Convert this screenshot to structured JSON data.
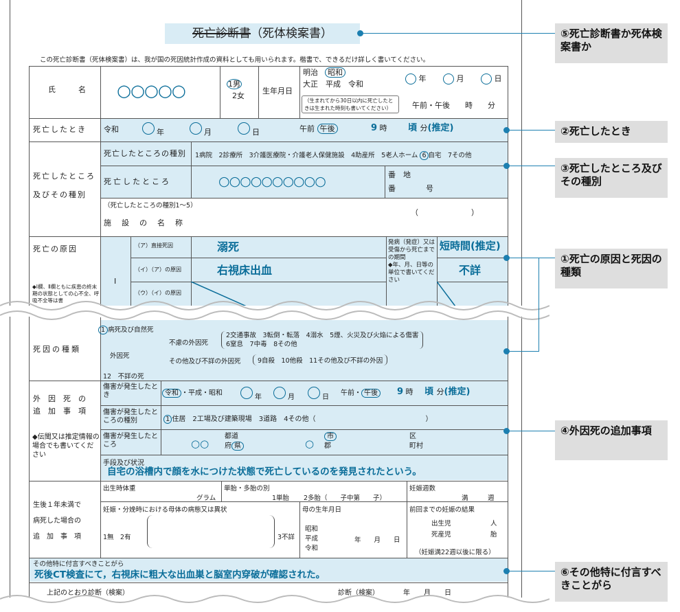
{
  "title": {
    "struck": "死亡診断書",
    "rest": "（死体検案書）"
  },
  "intro": "この死亡診断書（死体検案書）は、我が国の死因統計作成の資料としても用いられます。楷書で、できるだけ詳しく書いてください。",
  "name": {
    "label": "氏　　　名",
    "value": "○○○○○",
    "male": "1男",
    "female": "2女",
    "birth_label": "生年月日",
    "eras1": "明治",
    "era_showa": "昭和",
    "eras2": "大正　平成　令和",
    "nen": "年",
    "tsuki": "月",
    "hi": "日",
    "note": "（生まれてから30日以内に死亡したときは生まれた時刻も書いてください）",
    "ampm": "午前・午後　　時　　分"
  },
  "death_time": {
    "label": "死亡したとき",
    "era": "令和",
    "nen": "年",
    "tsuki": "月",
    "hi": "日",
    "am": "午前",
    "pm": "午後",
    "hour": "9",
    "hour_unit": "時",
    "approx": "頃",
    "min": "分",
    "estimate": "(推定)"
  },
  "place": {
    "label1": "死亡したところ",
    "label2": "及びその種別",
    "type_label": "死亡したところの種別",
    "types_a": "1病院　2診療所　3介護医療院・介護老人保健施設　4助産所　5老人ホーム",
    "type_selected": "6",
    "types_b": "自宅　7その他",
    "where_label": "死亡したところ",
    "where_value": "○○○○○○○○○○",
    "banchi": "番　地",
    "ban": "番　　　　号",
    "facility_note": "（死亡したところの種別1〜5）",
    "facility_label": "施　設　の　名　称",
    "paren": "（　　　　　　　）"
  },
  "cause": {
    "label": "死亡の原因",
    "roman": "Ⅰ",
    "a_label": "（ア）直接死因",
    "a_value": "溺死",
    "i_label": "（イ）（ア）の原因",
    "i_value": "右視床出血",
    "u_label": "（ウ）（イ）の原因",
    "period_label": "発病（発症）又は受傷から死亡までの期間",
    "period_note": "◆年、月、日等の単位で書いてください",
    "a_period": "短時間(推定)",
    "i_period": "不詳",
    "note": "◆Ⅰ欄、Ⅱ欄ともに疾患の終末期の状態としての心不全、呼吸不全等は書"
  },
  "kind": {
    "label": "死因の種類",
    "n1": "1",
    "disease": "病死及び自然死",
    "ext": "外因死",
    "accident_label": "不慮の外因死",
    "accident_a": "2交通事故　3転倒・転落　4溺水　5煙、火災及び火焔による傷害",
    "accident_b": "6窒息　7中毒　8その他",
    "other_label": "その他及び不詳の外因死",
    "other": "9自殺　10他殺　11その他及び不詳の外因",
    "unknown": "12　不詳の死"
  },
  "external": {
    "label1": "外　因　死　の",
    "label2": "追　加　事　項",
    "note": "◆伝聞又は推定情報の場合でも書いてください",
    "injury_time_label": "傷害が発生したとき",
    "era_reiwa": "令和",
    "eras_rest": "・平成・昭和",
    "nen": "年",
    "tsuki": "月",
    "hi": "日",
    "am": "午前・",
    "pm": "午後",
    "hour": "9",
    "hour_unit": "時",
    "approx": "頃",
    "min": "分",
    "estimate": "(推定)",
    "place_type_label": "傷害が発生したところの種別",
    "place_type_sel": "1",
    "place_types": "住居　2工場及び建築現場　3道路　4その他（　　　　　　　　　　　　　　　　）",
    "where_label": "傷害が発生したところ",
    "todofuken": "都道",
    "fuken_a": "府",
    "fuken_b": "県",
    "shi": "市",
    "gun": "郡",
    "ku": "区",
    "chouson": "町村",
    "method_label": "手段及び状況",
    "method_value": "自宅の浴槽内で顔を水につけた状態で死亡しているのを発見されたという。"
  },
  "infant": {
    "label": [
      "生後１年未満で",
      "病死した場合の",
      "追　加　事　項"
    ],
    "weight_label": "出生時体重",
    "gram": "グラム",
    "multi_label": "単胎・多胎の別",
    "single": "1単胎",
    "multi": "2多胎（　　子中第　　子）",
    "weeks_label": "妊娠週数",
    "weeks": "満　　　週",
    "condition_label": "妊娠・分娩時における母体の病態又は異状",
    "none": "1無　2有",
    "unknown": "3不詳",
    "mother_birth_label": "母の生年月日",
    "mother_eras": [
      "昭和",
      "平成",
      "令和"
    ],
    "mother_date": "年　　月　　日",
    "prev_label": "前回までの妊娠の結果",
    "live": "出生児",
    "person": "人",
    "still": "死産児",
    "tai": "胎",
    "prev_note": "（妊娠満22週以後に限る）"
  },
  "remarks": {
    "label": "その他特に付言すべきことがら",
    "value": "死後CT検査にて，右視床に粗大な出血巣と脳室内穿破が確認された。"
  },
  "footer": {
    "left": "上記のとおり診断（検案）",
    "right": "診断（検案）　　　　年　　月　　日"
  },
  "callouts": [
    {
      "num": "⑤",
      "text": "死亡診断書か死体検案書か"
    },
    {
      "num": "②",
      "text": "死亡したとき"
    },
    {
      "num": "③",
      "text": "死亡したところ及びその種別"
    },
    {
      "num": "①",
      "text": "死亡の原因と死因の種類"
    },
    {
      "num": "④",
      "text": "外因死の追加事項"
    },
    {
      "num": "⑥",
      "text": "その他特に付言すべきことがら"
    }
  ]
}
